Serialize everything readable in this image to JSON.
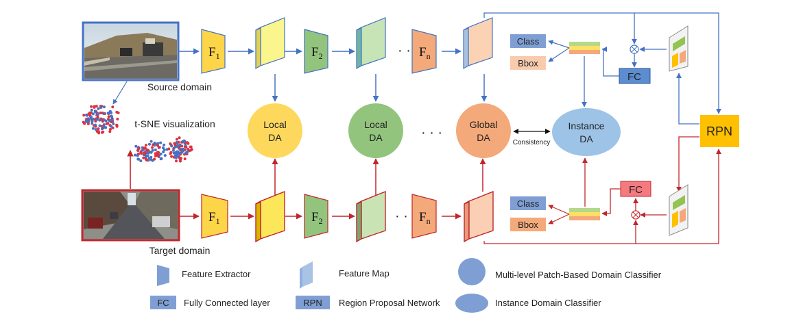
{
  "domains": {
    "source": "Source domain",
    "target": "Target domain",
    "tsne": "t-SNE visualization"
  },
  "extractors": {
    "f1": "F",
    "f1_sub": "1",
    "f2": "F",
    "f2_sub": "2",
    "fn": "F",
    "fn_sub": "n"
  },
  "classifiers": {
    "local_1_line1": "Local",
    "local_1_line2": "DA",
    "local_2_line1": "Local",
    "local_2_line2": "DA",
    "global_line1": "Global",
    "global_line2": "DA",
    "instance_line1": "Instance",
    "instance_line2": "DA",
    "ellipsis": "· · ·"
  },
  "consistency": "Consistency",
  "heads": {
    "class": "Class",
    "bbox": "Bbox",
    "fc": "FC",
    "rpn": "RPN"
  },
  "legend": {
    "feature_extractor": "Feature Extractor",
    "feature_map": "Feature Map",
    "patch_classifier": "Multi-level Patch-Based Domain Classifier",
    "fc_badge": "FC",
    "fc_text": "Fully Connected layer",
    "rpn_badge": "RPN",
    "rpn_text": "Region Proposal Network",
    "instance_classifier": "Instance Domain Classifier"
  },
  "colors": {
    "source_flow": "#4472c4",
    "target_flow": "#c0272d",
    "extractor_1": "#fcd548",
    "extractor_2": "#93c47d",
    "extractor_n": "#f4a97a",
    "local_da_1": "#fdd85d",
    "local_da_2": "#93c47d",
    "global_da": "#f4a97a",
    "instance_da": "#9dc3e6",
    "rpn": "#ffc000",
    "fc_source": "#5b8dd0",
    "fc_target": "#f47a80",
    "legend_blue": "#7f9fd4"
  }
}
